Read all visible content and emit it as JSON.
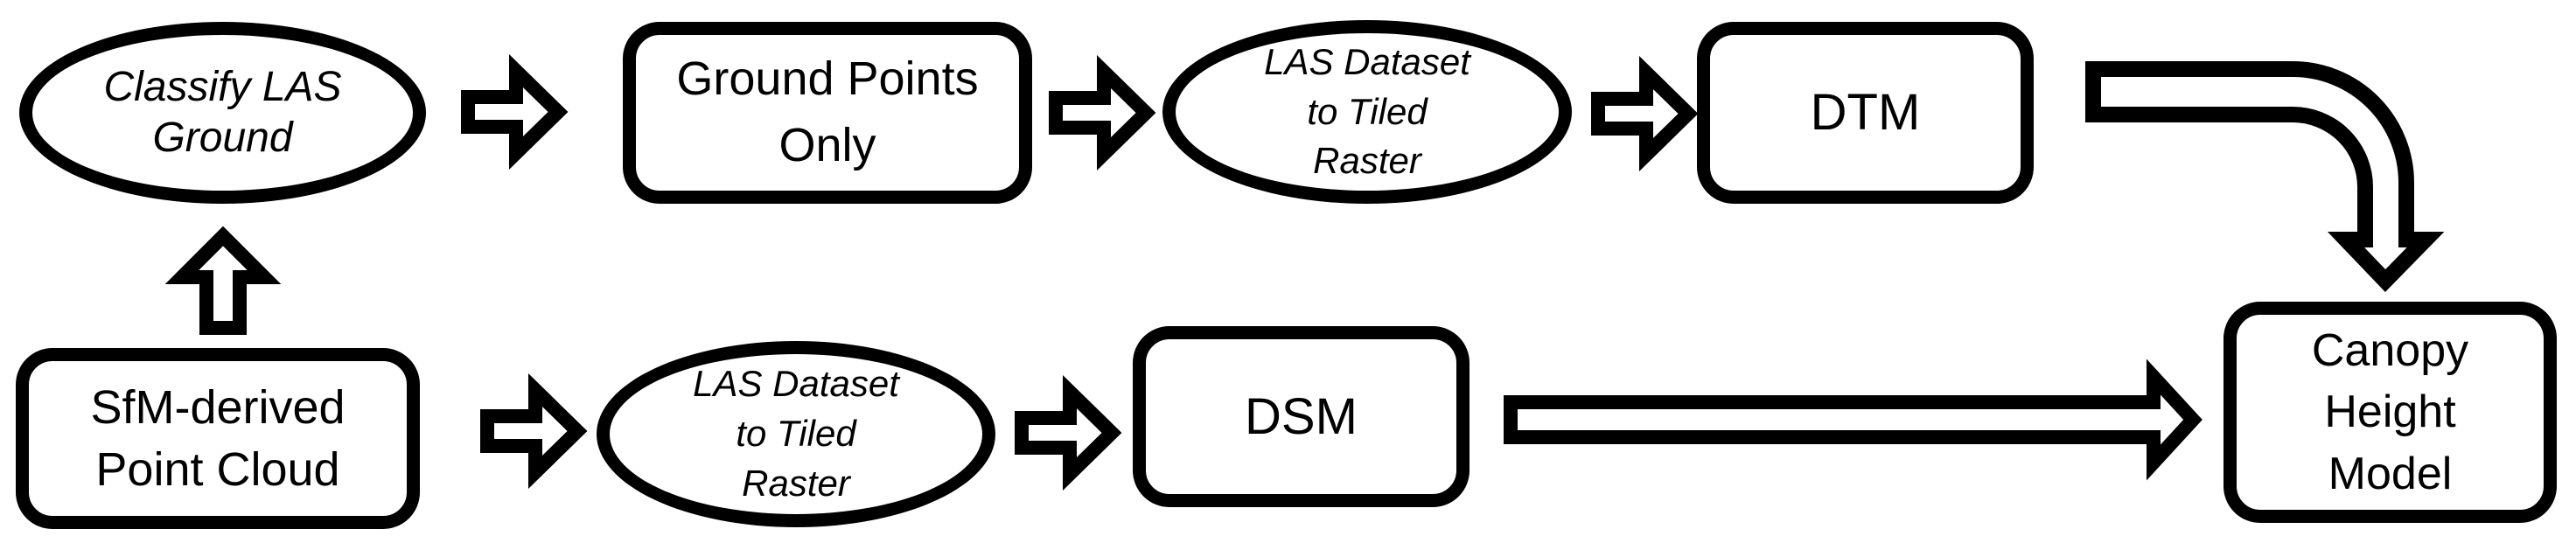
{
  "diagram": {
    "title": "SfM point cloud to Canopy Height Model workflow",
    "background_color": "#ffffff",
    "stroke_color": "#000000",
    "node_fill_color": "#ffffff",
    "nodes": [
      {
        "id": "classify-las-ground",
        "shape": "ellipse",
        "style": "italic",
        "label": "Classify LAS Ground",
        "lines": [
          "Classify LAS",
          "Ground"
        ]
      },
      {
        "id": "ground-points-only",
        "shape": "rounded-rect",
        "style": "regular",
        "label": "Ground Points Only",
        "lines": [
          "Ground Points",
          "Only"
        ]
      },
      {
        "id": "las-dataset-to-tiled-raster-top",
        "shape": "ellipse",
        "style": "italic",
        "label": "LAS Dataset to Tiled Raster",
        "lines": [
          "LAS Dataset",
          "to Tiled",
          "Raster"
        ]
      },
      {
        "id": "dtm",
        "shape": "rounded-rect",
        "style": "regular",
        "label": "DTM",
        "lines": [
          "DTM"
        ]
      },
      {
        "id": "sfm-derived-point-cloud",
        "shape": "rounded-rect",
        "style": "regular",
        "label": "SfM-derived Point Cloud",
        "lines": [
          "SfM-derived",
          "Point Cloud"
        ]
      },
      {
        "id": "las-dataset-to-tiled-raster-bottom",
        "shape": "ellipse",
        "style": "italic",
        "label": "LAS Dataset to Tiled Raster",
        "lines": [
          "LAS Dataset",
          "to Tiled",
          "Raster"
        ]
      },
      {
        "id": "dsm",
        "shape": "rounded-rect",
        "style": "regular",
        "label": "DSM",
        "lines": [
          "DSM"
        ]
      },
      {
        "id": "canopy-height-model",
        "shape": "rounded-rect",
        "style": "regular",
        "label": "Canopy Height Model",
        "lines": [
          "Canopy",
          "Height",
          "Model"
        ]
      }
    ],
    "connections": [
      {
        "from": "SfM-derived Point Cloud",
        "to": "Classify LAS Ground",
        "type": "block-arrow",
        "direction": "up"
      },
      {
        "from": "Classify LAS Ground",
        "to": "Ground Points Only",
        "type": "block-arrow",
        "direction": "right"
      },
      {
        "from": "Ground Points Only",
        "to": "LAS Dataset to Tiled Raster (top)",
        "type": "block-arrow",
        "direction": "right"
      },
      {
        "from": "LAS Dataset to Tiled Raster (top)",
        "to": "DTM",
        "type": "block-arrow",
        "direction": "right"
      },
      {
        "from": "DTM",
        "to": "Canopy Height Model",
        "type": "bent-block-arrow",
        "direction": "right-then-down"
      },
      {
        "from": "SfM-derived Point Cloud",
        "to": "LAS Dataset to Tiled Raster (bottom)",
        "type": "block-arrow",
        "direction": "right"
      },
      {
        "from": "LAS Dataset to Tiled Raster (bottom)",
        "to": "DSM",
        "type": "block-arrow",
        "direction": "right"
      },
      {
        "from": "DSM",
        "to": "Canopy Height Model",
        "type": "long-block-arrow",
        "direction": "right"
      }
    ]
  }
}
